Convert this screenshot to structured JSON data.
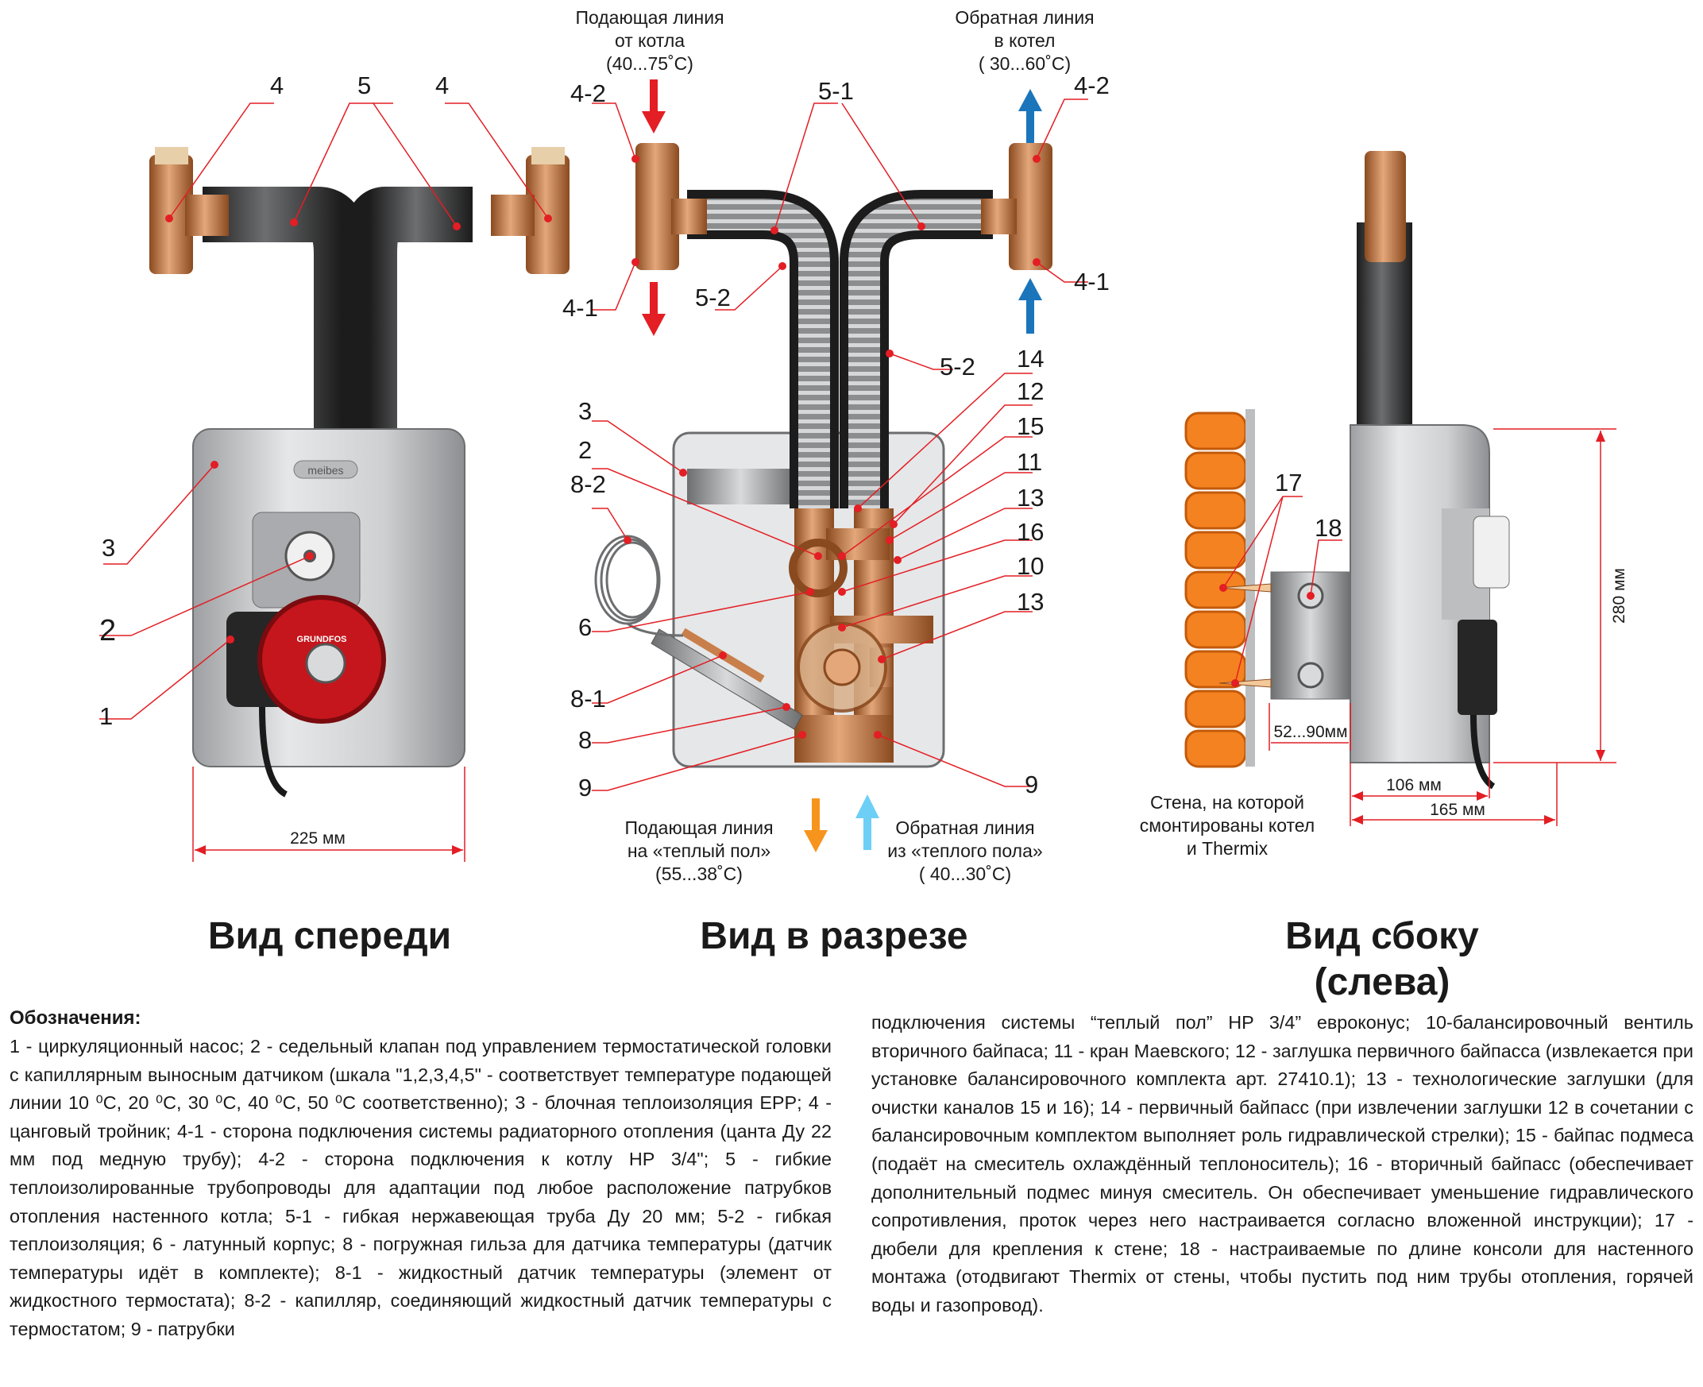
{
  "front_view": {
    "title": "Вид спереди",
    "width_dim": "225 мм",
    "brand_plate": "meibes",
    "pump_brand": "GRUNDFOS",
    "callouts": [
      "4",
      "5",
      "4",
      "3",
      "2",
      "1"
    ]
  },
  "section_view": {
    "title": "Вид в разрезе",
    "supply_from_boiler": {
      "line1": "Подающая линия",
      "line2": "от котла",
      "line3": "(40...75˚C)"
    },
    "return_to_boiler": {
      "line1": "Обратная линия",
      "line2": "в котел",
      "line3": "( 30...60˚C)"
    },
    "supply_floor": {
      "line1": "Подающая линия",
      "line2": "на «теплый пол»",
      "line3": "(55...38˚C)"
    },
    "return_floor": {
      "line1": "Обратная линия",
      "line2": "из «теплого пола»",
      "line3": "( 40...30˚C)"
    },
    "callouts_left": [
      "4-2",
      "4-1",
      "3",
      "2",
      "8-2",
      "6",
      "8-1",
      "8",
      "9"
    ],
    "callouts_top": [
      "5-1",
      "5-2",
      "4-2",
      "4-1",
      "5-2"
    ],
    "callouts_right": [
      "14",
      "12",
      "15",
      "11",
      "13",
      "16",
      "10",
      "13",
      "9"
    ]
  },
  "side_view": {
    "title_line1": "Вид сбоку",
    "title_line2": "(слева)",
    "height_dim": "280 мм",
    "console_dim": "52...90мм",
    "depth_dim_1": "106 мм",
    "depth_dim_2": "165 мм",
    "wall_note": {
      "line1": "Стена, на которой",
      "line2": "смонтированы котел",
      "line3": "и Thermix"
    },
    "callouts": [
      "17",
      "18"
    ]
  },
  "colors": {
    "supply_red": "#e31e24",
    "return_blue": "#1b75bb",
    "floor_supply_orange": "#f7941d",
    "floor_return_lightblue": "#6dcff6",
    "brick_orange": "#f58220",
    "pump_red": "#c4161c",
    "brass": "#c87f4b",
    "insulation": "#3a3a3a"
  },
  "legend": {
    "title": "Обозначения:",
    "col1": "1 - циркуляционный насос; 2 - седельный клапан под управлением термостатической головки с капиллярным выносным датчиком (шкала \"1,2,3,4,5\" - соответствует температуре подающей линии 10 ⁰C, 20 ⁰C, 30 ⁰C, 40 ⁰C, 50 ⁰C соответственно); 3 - блочная теплоизоляция EPP; 4 - цанговый тройник; 4-1 - сторона подключения системы радиаторного отопления (цанта Ду 22 мм под медную трубу); 4-2 - сторона подключения к котлу HP 3/4\"; 5 - гибкие теплоизолированные трубопроводы для адаптации под любое расположение патрубков отопления настенного котла; 5-1 - гибкая нержавеющая труба Ду 20 мм; 5-2 - гибкая теплоизоляция; 6 - латунный корпус; 8 - погружная гильза для датчика температуры (датчик температуры идёт в комплекте); 8-1 - жидкостный датчик температуры (элемент от жидкостного термостата); 8-2 - капилляр, соединяющий жидкостный датчик температуры с термостатом; 9 - патрубки",
    "col2": "подключения системы “теплый пол” HP 3/4” евроконус; 10-балансировочный вентиль вторичного байпаса; 11 - кран Маевского; 12 - заглушка первичного байпасса (извлекается при установке балансировочного комплекта арт. 27410.1); 13 - технологические заглушки (для очистки каналов 15 и 16); 14 - первичный байпасс (при извлечении заглушки 12 в сочетании с балансировочным комплектом выполняет роль гидравлической стрелки); 15 - байпас подмеса (подаёт на смеситель охлаждённый теплоноситель); 16 - вторичный байпасс (обеспечивает дополнительный подмес минуя смеситель. Он обеспечивает уменьшение гидравлического сопротивления, проток через него настраивается согласно вложенной инструкции); 17 - дюбели для крепления к стене; 18 - настраиваемые по длине консоли для настенного монтажа (отодвигают Thermix от стены, чтобы пустить под ним трубы отопления, горячей воды и газопровод)."
  }
}
